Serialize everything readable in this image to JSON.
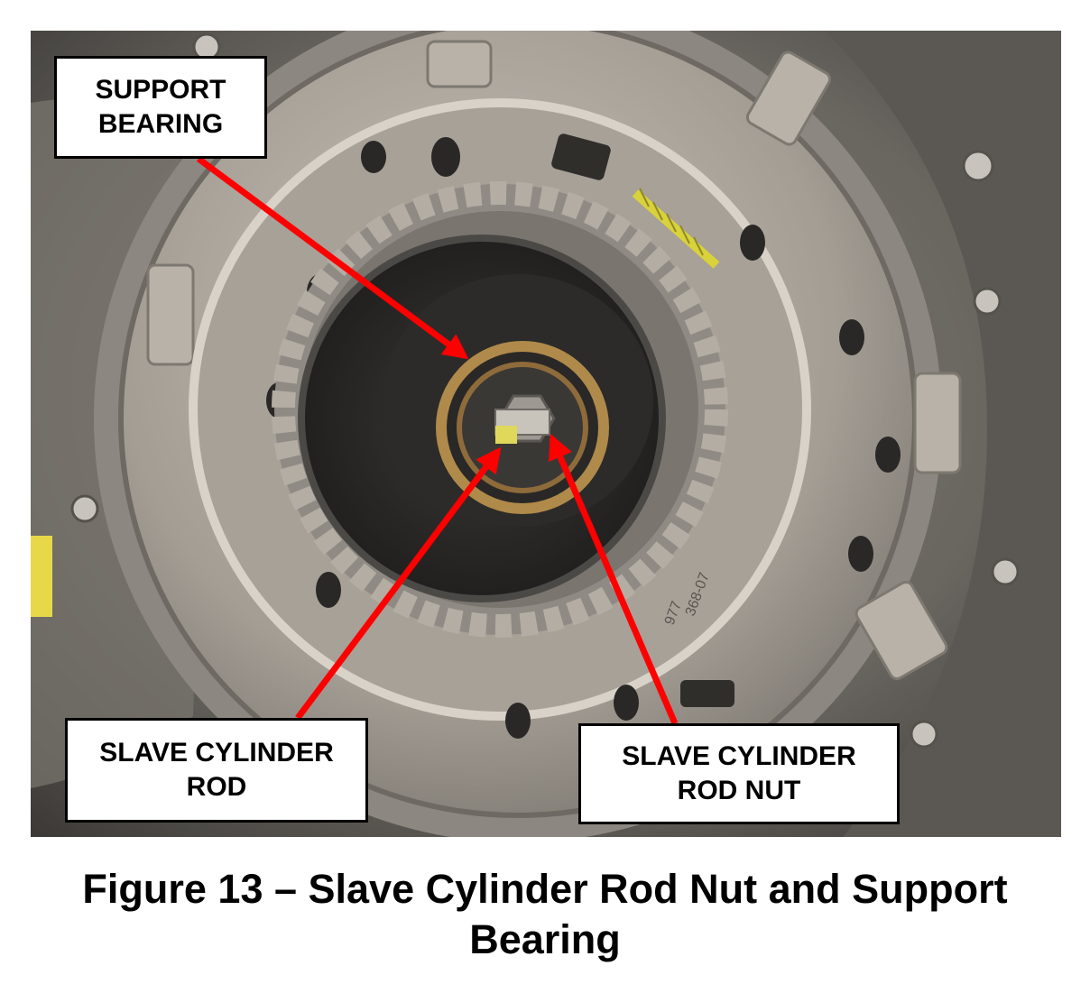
{
  "figure": {
    "callouts": {
      "support_bearing": [
        "SUPPORT",
        "BEARING"
      ],
      "slave_cylinder_rod": [
        "SLAVE CYLINDER",
        "ROD"
      ],
      "slave_cylinder_rod_nut": [
        "SLAVE CYLINDER",
        "ROD NUT"
      ]
    },
    "caption": {
      "line1": "Figure 13 – Slave Cylinder Rod Nut and Support",
      "line2": "Bearing"
    },
    "photo_markings": {
      "part_number": "368-07",
      "part_number_2": "977"
    },
    "colors": {
      "arrow": "#ff0000",
      "spring": "#e6e04a",
      "bearing_ring": "#b08a4a",
      "metal": "#9a948c"
    }
  }
}
